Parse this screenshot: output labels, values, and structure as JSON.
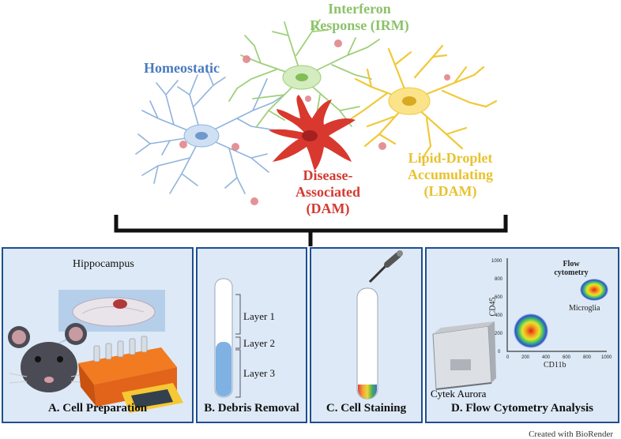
{
  "states": {
    "homeostatic": "Homeostatic",
    "irm": [
      "Interferon",
      "Response (IRM)"
    ],
    "dam": [
      "Disease-",
      "Associated",
      "(DAM)"
    ],
    "ldam": [
      "Lipid-Droplet",
      "Accumulating",
      "(LDAM)"
    ]
  },
  "panels": {
    "a": {
      "title": "A. Cell Preparation",
      "label": "Hippocampus"
    },
    "b": {
      "title": "B. Debris Removal",
      "layers": [
        "Layer 1",
        "Layer 2",
        "Layer 3"
      ]
    },
    "c": {
      "title": "C. Cell Staining"
    },
    "d": {
      "title": "D. Flow Cytometry Analysis",
      "instrument": "Cytek Aurora",
      "plot_title": [
        "Flow",
        "cytometry"
      ],
      "xlabel": "CD11b",
      "ylabel": "CD45",
      "population": "Microglia",
      "ticks": [
        "0",
        "200",
        "400",
        "600",
        "800",
        "1000"
      ]
    }
  },
  "credit": "Created with BioRender",
  "colors": {
    "homeostatic": "#4a7bc0",
    "irm": "#8cc26a",
    "dam": "#d33a32",
    "ldam": "#e8c230",
    "panel_bg": "#dde9f6",
    "panel_border": "#1f4f8f"
  }
}
